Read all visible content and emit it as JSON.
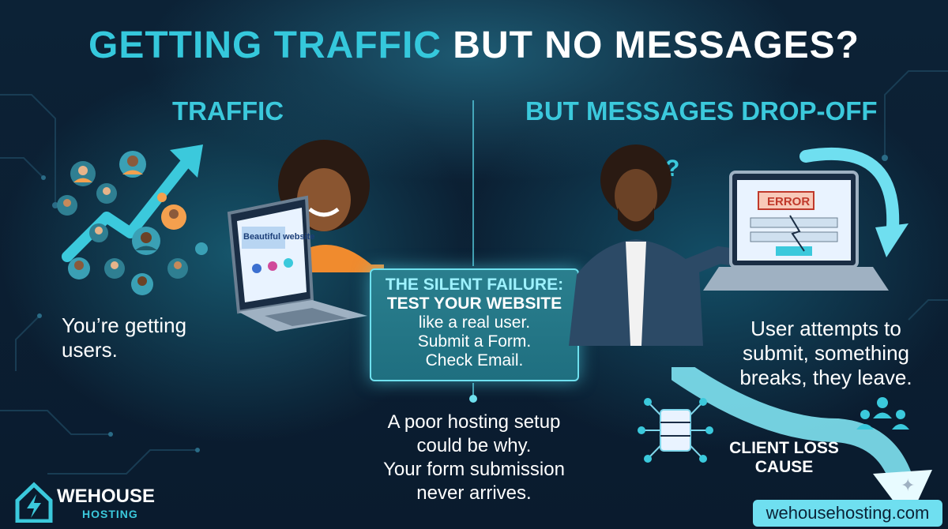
{
  "title": {
    "part1": "GETTING TRAFFIC",
    "part2": "BUT NO MESSAGES?"
  },
  "left": {
    "heading": "TRAFFIC",
    "caption": "You’re getting users.",
    "laptop_screen_text": "Beautiful website"
  },
  "right": {
    "heading": "BUT MESSAGES DROP-OFF",
    "caption": "User attempts to submit, something breaks, they leave.",
    "error_label": "ERROR",
    "question_mark": "?"
  },
  "center": {
    "line1": "THE SILENT FAILURE:",
    "line2": "TEST YOUR WEBSITE",
    "line3": "like a real user.",
    "line4": "Submit a Form.",
    "line5": "Check Email."
  },
  "bottom": {
    "line1": "A poor hosting setup",
    "line2": "could be why.",
    "line3": "Your form submission",
    "line4": "never arrives."
  },
  "client_loss": {
    "line1": "CLIENT LOSS",
    "line2": "CAUSE"
  },
  "brand": {
    "name": "WEHOUSE",
    "sub": "HOSTING",
    "url": "wehousehosting.com"
  },
  "colors": {
    "accent": "#35c8dc",
    "background": "#0b1f33",
    "url_badge": "#6fdff0"
  }
}
